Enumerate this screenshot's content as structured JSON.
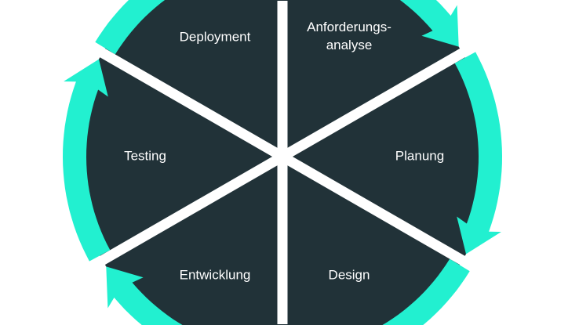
{
  "colors": {
    "disk": "#213238",
    "ring": "#22f0d0",
    "divider": "#ffffff",
    "text": "#ffffff"
  },
  "direction": "clockwise",
  "phases": [
    {
      "label": "Anforderungs-\nanalyse",
      "line1": "Anforderungs-",
      "line2": "analyse"
    },
    {
      "label": "Planung"
    },
    {
      "label": "Design"
    },
    {
      "label": "Entwicklung"
    },
    {
      "label": "Testing"
    },
    {
      "label": "Deployment"
    }
  ]
}
